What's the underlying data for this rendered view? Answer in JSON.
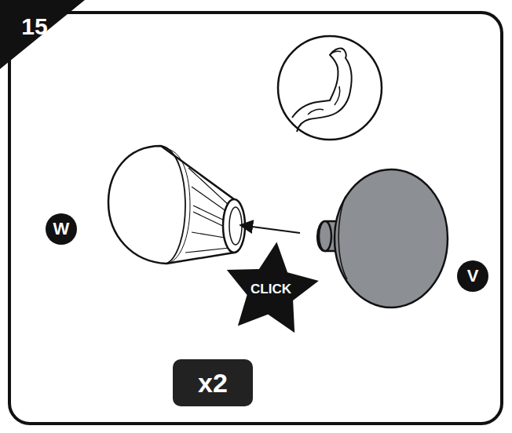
{
  "diagram": {
    "nodes": [
      {
        "text": [
          "15"
        ]
      },
      {
        "text": [
          "W"
        ]
      },
      {
        "text": [
          "V"
        ]
      },
      {
        "text": [
          "CLICK"
        ]
      },
      {
        "text": [
          "x2"
        ]
      }
    ]
  }
}
